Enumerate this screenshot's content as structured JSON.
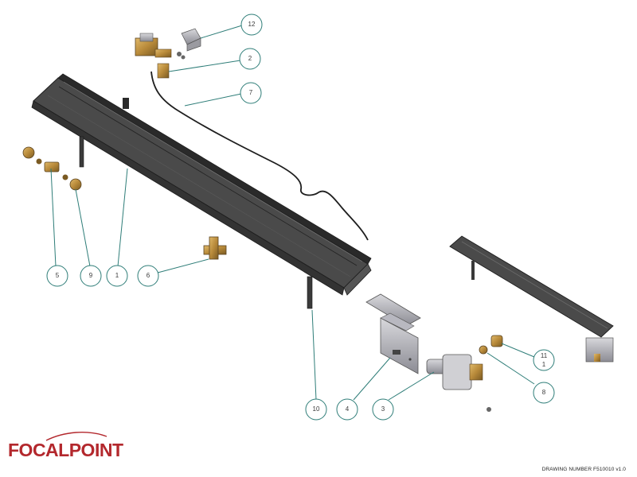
{
  "logo": {
    "text": "FOCALPOINT",
    "color": "#b3282d"
  },
  "drawing_number": "DRAWING NUMBER F510010 v1.0",
  "callouts": [
    {
      "id": "callout-12",
      "label": "12"
    },
    {
      "id": "callout-2",
      "label": "2"
    },
    {
      "id": "callout-7",
      "label": "7"
    },
    {
      "id": "callout-5",
      "label": "5"
    },
    {
      "id": "callout-9",
      "label": "9"
    },
    {
      "id": "callout-1",
      "label": "1"
    },
    {
      "id": "callout-6",
      "label": "6"
    },
    {
      "id": "callout-10",
      "label": "10"
    },
    {
      "id": "callout-4",
      "label": "4"
    },
    {
      "id": "callout-3",
      "label": "3"
    },
    {
      "id": "callout-11",
      "label": "11\n1"
    },
    {
      "id": "callout-8",
      "label": "8"
    }
  ],
  "colors": {
    "leader": "#2e7d78",
    "part_dark": "#3d3d3d",
    "part_brass": "#b88a3a"
  }
}
